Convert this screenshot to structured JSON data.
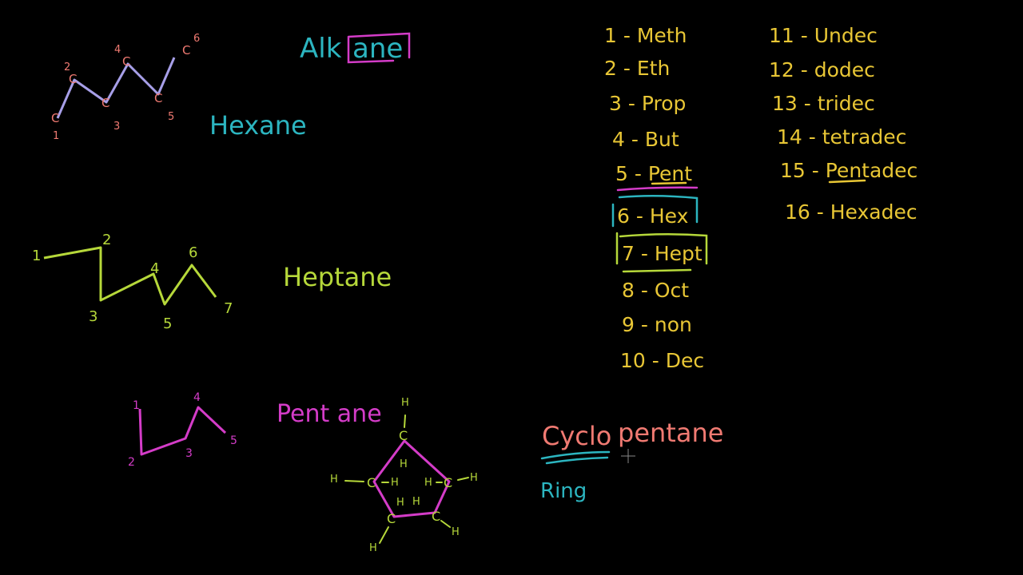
{
  "colors": {
    "background": "#000000",
    "cyan": "#2cb5c0",
    "magenta": "#d43cc8",
    "yellow": "#e8c635",
    "green": "#b6d83a",
    "lavender": "#a79fe8",
    "salmon": "#f07a72",
    "pink_label": "#f06a6a"
  },
  "alkane": {
    "prefix": "Alk",
    "suffix": "ane"
  },
  "hexane": {
    "name": "Hexane",
    "carbons": [
      "C",
      "C",
      "C",
      "C",
      "C",
      "C"
    ],
    "numbers": [
      "1",
      "2",
      "3",
      "4",
      "5",
      "6"
    ]
  },
  "heptane": {
    "name": "Heptane",
    "numbers": [
      "1",
      "2",
      "3",
      "4",
      "5",
      "6",
      "7"
    ]
  },
  "pentane": {
    "name": "Pent ane",
    "numbers": [
      "1",
      "2",
      "3",
      "4",
      "5"
    ]
  },
  "cyclopentane": {
    "cyclo": "Cyclo",
    "pentane": "pentane",
    "ring_label": "Ring",
    "atom_c": "C",
    "atom_h": "H"
  },
  "prefixes_left": [
    {
      "n": "1",
      "sep": "-",
      "name": "Meth"
    },
    {
      "n": "2",
      "sep": "-",
      "name": "Eth"
    },
    {
      "n": "3",
      "sep": "-",
      "name": "Prop"
    },
    {
      "n": "4",
      "sep": "-",
      "name": "But"
    },
    {
      "n": "5",
      "sep": "-",
      "name": "Pent"
    },
    {
      "n": "6",
      "sep": "-",
      "name": "Hex"
    },
    {
      "n": "7",
      "sep": "-",
      "name": "Hept"
    },
    {
      "n": "8",
      "sep": "-",
      "name": "Oct"
    },
    {
      "n": "9",
      "sep": "-",
      "name": "non"
    },
    {
      "n": "10",
      "sep": "-",
      "name": "Dec"
    }
  ],
  "prefixes_right": [
    {
      "n": "11",
      "sep": "-",
      "name": "Undec"
    },
    {
      "n": "12",
      "sep": "-",
      "name": "dodec"
    },
    {
      "n": "13",
      "sep": "-",
      "name": "tridec"
    },
    {
      "n": "14",
      "sep": "-",
      "name": "tetradec"
    },
    {
      "n": "15",
      "sep": "-",
      "name": "Pentadec"
    },
    {
      "n": "16",
      "sep": "-",
      "name": "Hexadec"
    }
  ]
}
